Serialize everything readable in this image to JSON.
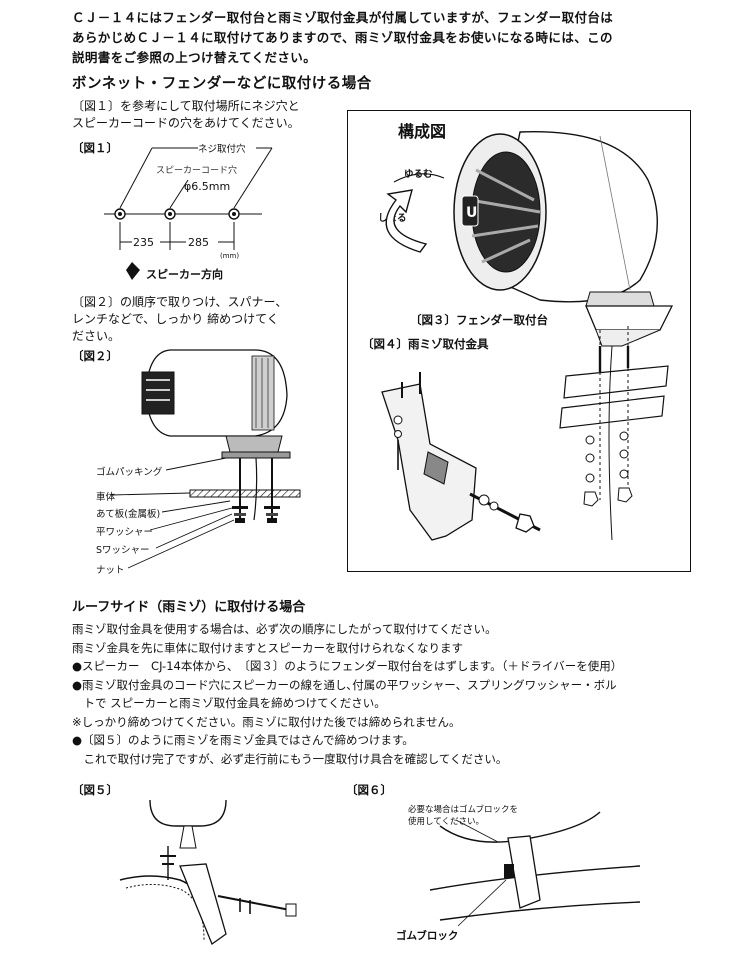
{
  "intro": {
    "line1": "ＣＪ－１４にはフェンダー取付台と雨ミゾ取付金具が付属していますが、フェンダー取付台は",
    "line2": "あらかじめＣＪ－１４に取付けてありますので、雨ミゾ取付金具をお使いになる時には、この",
    "line3": "説明書をご参照の上つけ替えてください。"
  },
  "fender_section": {
    "heading": "ボンネット・フェンダーなどに取付ける場合",
    "instruction1_line1": "〔図１〕を参考にして取付場所にネジ穴と",
    "instruction1_line2": "スピーカーコードの穴をあけてください。",
    "fig1_label": "〔図１〕",
    "fig1": {
      "screw_hole": "ネジ取付穴",
      "cord_hole": "スピーカーコード穴",
      "diameter": "φ6.5mm",
      "dim_left": "235",
      "dim_right": "285",
      "unit": "(mm)",
      "direction": "スピーカー方向"
    },
    "instruction2_line1": "〔図２〕の順序で取りつけ、スパナー、",
    "instruction2_line2": "レンチなどで、しっかり 締めつけてく",
    "instruction2_line3": "ださい。",
    "fig2_label": "〔図２〕",
    "fig2_parts": {
      "rubber": "ゴムパッキング",
      "body": "車体",
      "plate": "あて板(金属板)",
      "flat_washer": "平ワッシャー",
      "s_washer": "Sワッシャー",
      "nut": "ナット"
    }
  },
  "composition": {
    "title": "構成図",
    "loosen": "ゆるむ",
    "tighten": "しまる",
    "fig3_label": "〔図３〕フェンダー取付台",
    "fig4_label": "〔図４〕雨ミゾ取付金具"
  },
  "roof_section": {
    "heading": "ルーフサイド（雨ミゾ）に取付ける場合",
    "line1": "雨ミゾ取付金具を使用する場合は、必ず次の順序にしたがって取付けてください。",
    "line2": "雨ミゾ金具を先に車体に取付けますとスピーカーを取付けられなくなります",
    "line3": "●スピーカー　CJ-14本体から、　〔図３〕のようにフェンダー取付台をはずします。（＋ドライバーを使用）",
    "line4": "●雨ミゾ取付金具のコード穴にスピーカーの線を通し､付属の平ワッシャー、スプリングワッシャー・ボル",
    "line5": "　トで スピーカーと雨ミゾ取付金具を締めつけてください。",
    "line6": "※しっかり締めつけてください。雨ミゾに取付けた後では締められません。",
    "line7": "●〔図５〕のように雨ミゾを雨ミゾ金具ではさんで締めつけます。",
    "line8": "　これで取付け完了ですが、必ず走行前にもう一度取付け具合を確認してください。"
  },
  "fig5_label": "〔図５〕",
  "fig6_label": "〔図６〕",
  "fig6": {
    "note_line1": "必要な場合はゴムブロックを",
    "note_line2": "使用してください。",
    "block": "ゴムブロック"
  }
}
